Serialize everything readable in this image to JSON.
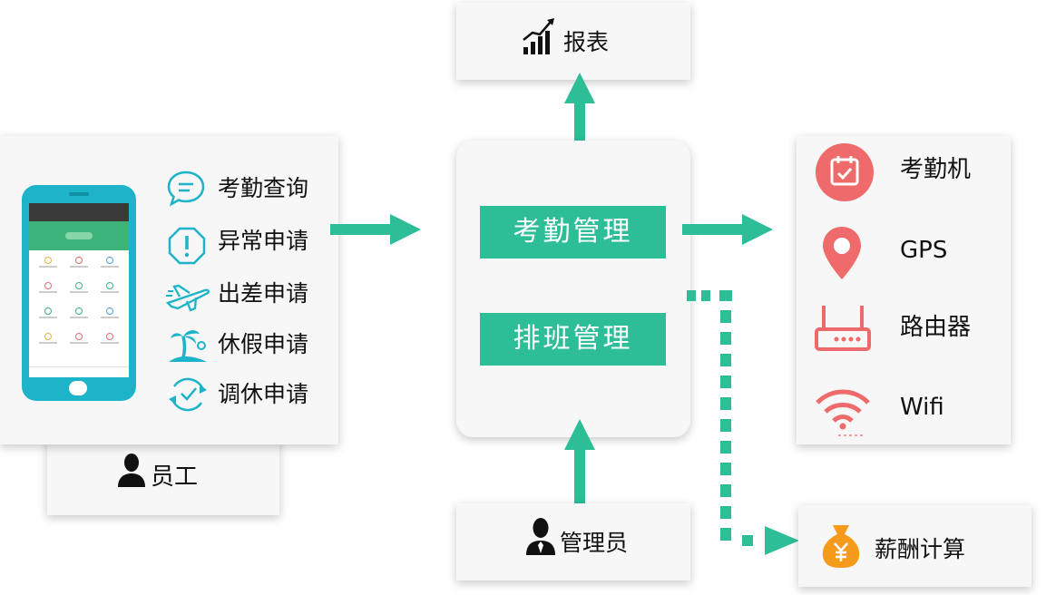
{
  "employee": {
    "label": "员工",
    "menu": [
      {
        "icon": "chat-bubble-icon",
        "label": "考勤查询"
      },
      {
        "icon": "alert-octagon-icon",
        "label": "异常申请"
      },
      {
        "icon": "airplane-icon",
        "label": "出差申请"
      },
      {
        "icon": "palm-tree-icon",
        "label": "休假申请"
      },
      {
        "icon": "clock-cycle-icon",
        "label": "调休申请"
      }
    ]
  },
  "report": {
    "label": "报表",
    "icon": "bar-chart-icon"
  },
  "core": {
    "attendance_button": "考勤管理",
    "schedule_button": "排班管理"
  },
  "admin": {
    "label": "管理员",
    "icon": "admin-person-icon"
  },
  "devices": [
    {
      "icon": "calendar-check-icon",
      "label": "考勤机"
    },
    {
      "icon": "location-pin-icon",
      "label": "GPS"
    },
    {
      "icon": "router-icon",
      "label": "路由器"
    },
    {
      "icon": "wifi-icon",
      "label": "Wifi"
    }
  ],
  "salary": {
    "label": "薪酬计算",
    "icon": "money-bag-icon"
  },
  "colors": {
    "accent": "#2dbe98",
    "device_icon": "#ef6b6b",
    "phone": "#1db3c8",
    "money": "#f59a1b"
  }
}
